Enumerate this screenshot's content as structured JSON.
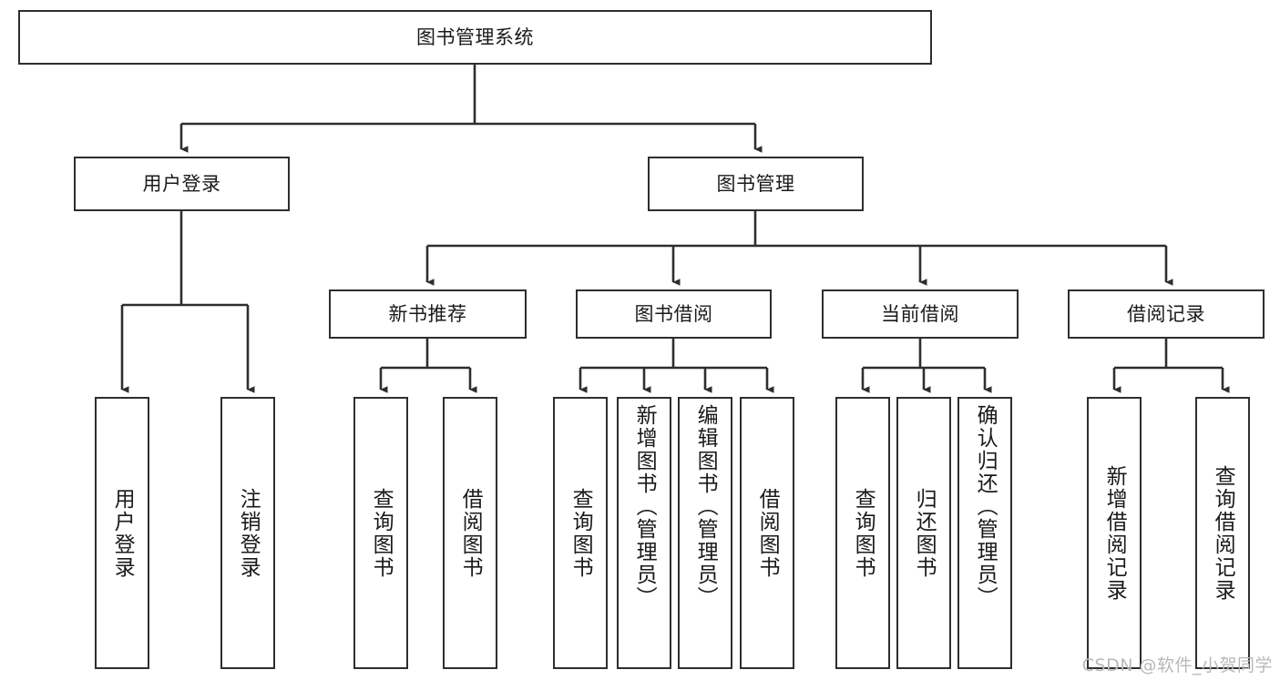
{
  "diagram": {
    "type": "tree-hierarchy-chart",
    "title": "图书管理系统",
    "line_color": "#2e2e2e",
    "box_fill": "#ffffff",
    "text_color": "#1a1a1a",
    "nodes": {
      "root": {
        "label": "图书管理系统",
        "level": 0
      },
      "l1": [
        {
          "id": "user-login",
          "label": "用户登录",
          "level": 1
        },
        {
          "id": "book-manage",
          "label": "图书管理",
          "level": 1
        }
      ],
      "l2": [
        {
          "id": "new-book-recommend",
          "label": "新书推荐",
          "level": 2,
          "parent": "book-manage"
        },
        {
          "id": "book-borrow",
          "label": "图书借阅",
          "level": 2,
          "parent": "book-manage"
        },
        {
          "id": "current-borrow",
          "label": "当前借阅",
          "level": 2,
          "parent": "book-manage"
        },
        {
          "id": "borrow-record",
          "label": "借阅记录",
          "level": 2,
          "parent": "book-manage"
        }
      ],
      "leaves": [
        {
          "id": "leaf-user-login",
          "label": "用户登录",
          "parent": "user-login"
        },
        {
          "id": "leaf-user-logout",
          "label": "注销登录",
          "parent": "user-login"
        },
        {
          "id": "leaf-query-book-1",
          "label": "查询图书",
          "parent": "new-book-recommend"
        },
        {
          "id": "leaf-borrow-book-1",
          "label": "借阅图书",
          "parent": "new-book-recommend"
        },
        {
          "id": "leaf-query-book-2",
          "label": "查询图书",
          "parent": "book-borrow"
        },
        {
          "id": "leaf-add-book",
          "label": "新增图书（管理员）",
          "parent": "book-borrow"
        },
        {
          "id": "leaf-edit-book",
          "label": "编辑图书（管理员）",
          "parent": "book-borrow"
        },
        {
          "id": "leaf-borrow-book-2",
          "label": "借阅图书",
          "parent": "book-borrow"
        },
        {
          "id": "leaf-query-book-3",
          "label": "查询图书",
          "parent": "current-borrow"
        },
        {
          "id": "leaf-return-book",
          "label": "归还图书",
          "parent": "current-borrow"
        },
        {
          "id": "leaf-confirm-return",
          "label": "确认归还（管理员）",
          "parent": "current-borrow"
        },
        {
          "id": "leaf-add-record",
          "label": "新增借阅记录",
          "parent": "borrow-record"
        },
        {
          "id": "leaf-query-record",
          "label": "查询借阅记录",
          "parent": "borrow-record"
        }
      ]
    }
  },
  "watermark": {
    "text": "CSDN @软件_小贺同学"
  }
}
